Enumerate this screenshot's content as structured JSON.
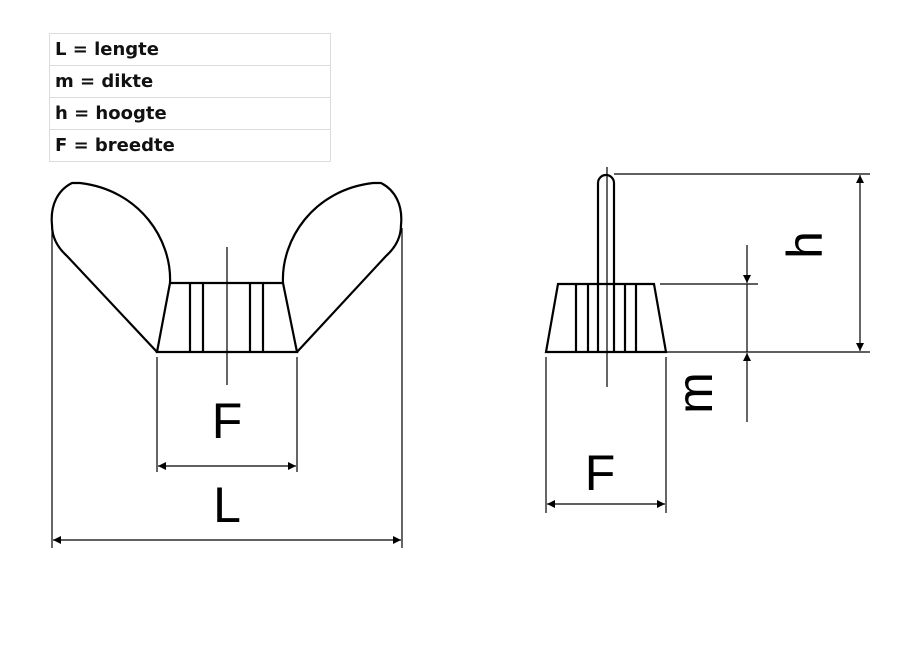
{
  "legend": [
    {
      "symbol": "L",
      "text": "L = lengte"
    },
    {
      "symbol": "m",
      "text": "m = dikte"
    },
    {
      "symbol": "h",
      "text": "h = hoogte"
    },
    {
      "symbol": "F",
      "text": "F = breedte"
    }
  ],
  "front_view": {
    "width_label": "F",
    "length_label": "L"
  },
  "side_view": {
    "width_label": "F",
    "height_label": "h",
    "thickness_label": "m"
  }
}
